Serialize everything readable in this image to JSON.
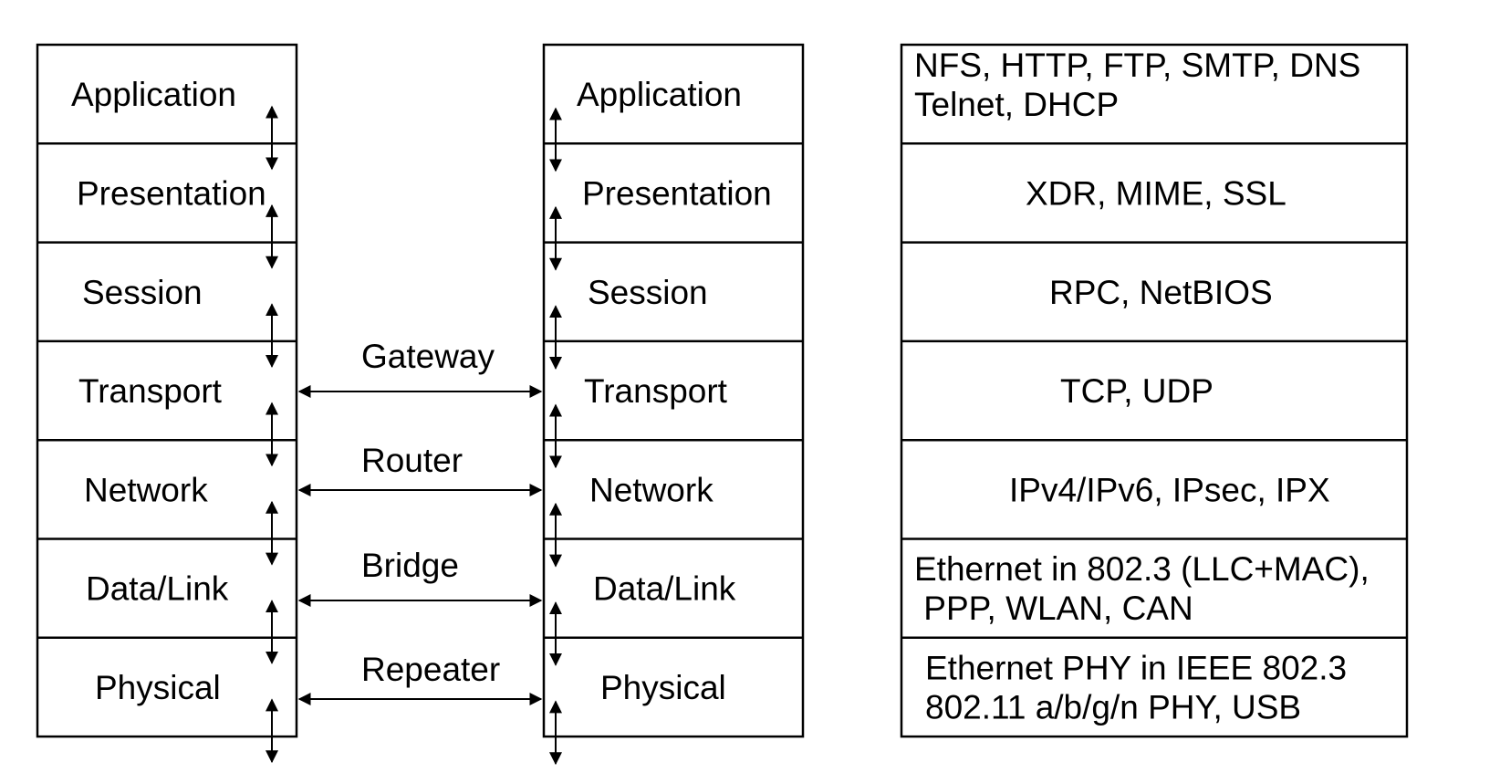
{
  "left_stack": {
    "layers": [
      "Application",
      "Presentation",
      "Session",
      "Transport",
      "Network",
      "Data/Link",
      "Physical"
    ]
  },
  "right_stack": {
    "layers": [
      "Application",
      "Presentation",
      "Session",
      "Transport",
      "Network",
      "Data/Link",
      "Physical"
    ]
  },
  "devices": [
    {
      "label": "Gateway"
    },
    {
      "label": "Router"
    },
    {
      "label": "Bridge"
    },
    {
      "label": "Repeater"
    }
  ],
  "protocols": [
    {
      "lines": [
        "NFS, HTTP, FTP, SMTP, DNS",
        "Telnet, DHCP"
      ]
    },
    {
      "lines": [
        "XDR, MIME, SSL"
      ]
    },
    {
      "lines": [
        "RPC, NetBIOS"
      ]
    },
    {
      "lines": [
        "TCP, UDP"
      ]
    },
    {
      "lines": [
        "IPv4/IPv6, IPsec, IPX"
      ]
    },
    {
      "lines": [
        "Ethernet in 802.3 (LLC+MAC),",
        " PPP, WLAN, CAN"
      ]
    },
    {
      "lines": [
        "Ethernet PHY in IEEE 802.3",
        "802.11 a/b/g/n PHY, USB"
      ]
    }
  ],
  "colors": {
    "stroke": "#000000",
    "background": "#ffffff",
    "text": "#000000"
  }
}
